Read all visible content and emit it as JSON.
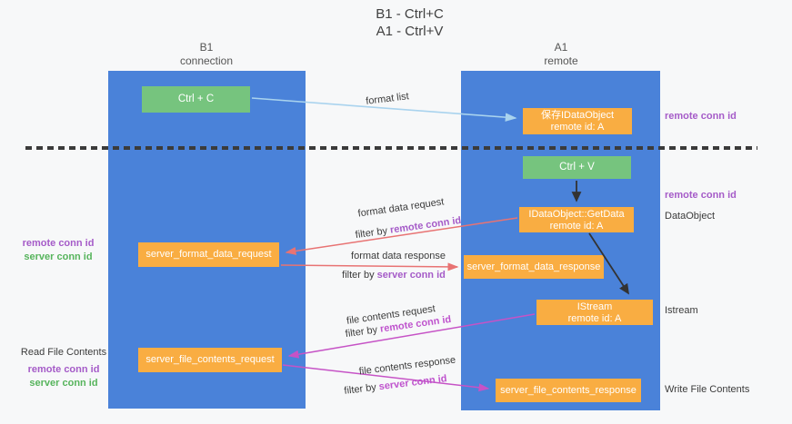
{
  "title": {
    "line1": "B1 - Ctrl+C",
    "line2": "A1 - Ctrl+V"
  },
  "lanes": {
    "left": {
      "title": "B1",
      "subtitle": "connection"
    },
    "right": {
      "title": "A1",
      "subtitle": "remote"
    }
  },
  "nodes": {
    "ctrl_c": {
      "label": "Ctrl + C"
    },
    "save_idataobject": {
      "line1": "保存IDataObject",
      "line2": "remote id: A"
    },
    "ctrl_v": {
      "label": "Ctrl + V"
    },
    "getdata": {
      "line1": "IDataObject::GetData",
      "line2": "remote id: A"
    },
    "server_format_data_request": {
      "label": "server_format_data_request"
    },
    "server_format_data_response": {
      "label": "server_format_data_response"
    },
    "istream": {
      "line1": "IStream",
      "line2": "remote id: A"
    },
    "server_file_contents_request": {
      "label": "server_file_contents_request"
    },
    "server_file_contents_response": {
      "label": "server_file_contents_response"
    }
  },
  "edges": {
    "format_list": {
      "label": "format list"
    },
    "format_data_request": {
      "label": "format data request",
      "filter_prefix": "filter by ",
      "filter_key": "remote conn id"
    },
    "format_data_response": {
      "label": "format data response",
      "filter_prefix": "filter by ",
      "filter_key": "server conn id"
    },
    "file_contents_request": {
      "label": "file contents request",
      "filter_prefix": "filter by ",
      "filter_key": "remote conn id"
    },
    "file_contents_response": {
      "label": "file contents response",
      "filter_prefix": "filter by ",
      "filter_key": "server conn id"
    }
  },
  "side_labels": {
    "left_top": {
      "remote": "remote conn id",
      "server": "server conn id"
    },
    "left_bottom": {
      "title": "Read File Contents",
      "remote": "remote conn id",
      "server": "server conn id"
    },
    "right": {
      "remote_1": "remote conn id",
      "remote_2": "remote conn id",
      "dataobject": "DataObject",
      "istream": "Istream",
      "write": "Write File Contents"
    }
  },
  "colors": {
    "lane_blue": "#4a82d9",
    "box_orange": "#f9ad42",
    "box_green": "#76c47e",
    "arrow_light_blue": "#a9d3ee",
    "arrow_salmon": "#e87373",
    "arrow_magenta": "#c653c6",
    "text_purple": "#a55bc8",
    "text_green": "#56b45c",
    "divider_dark": "#3b3b3b",
    "background": "#f7f8f9"
  }
}
